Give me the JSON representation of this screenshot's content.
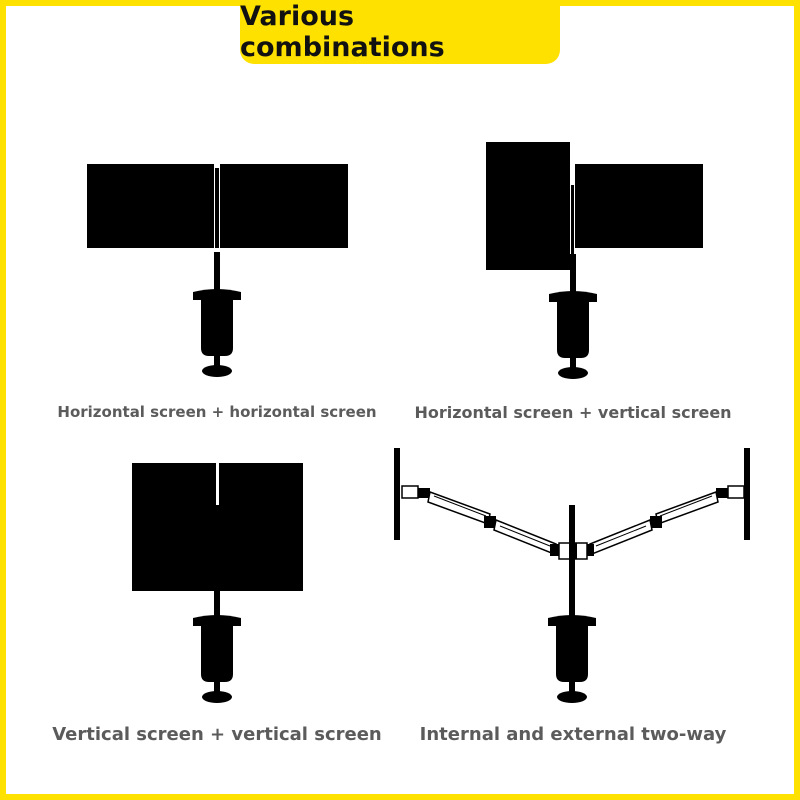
{
  "header": {
    "title": "Various combinations"
  },
  "captions": {
    "top_left": "Horizontal screen + horizontal screen",
    "top_right": "Horizontal screen + vertical screen",
    "bottom_left": "Vertical screen + vertical screen",
    "bottom_right": "Internal and external two-way"
  },
  "colors": {
    "accent": "#ffe100",
    "ink": "#000000",
    "caption": "#5b5b5b"
  }
}
